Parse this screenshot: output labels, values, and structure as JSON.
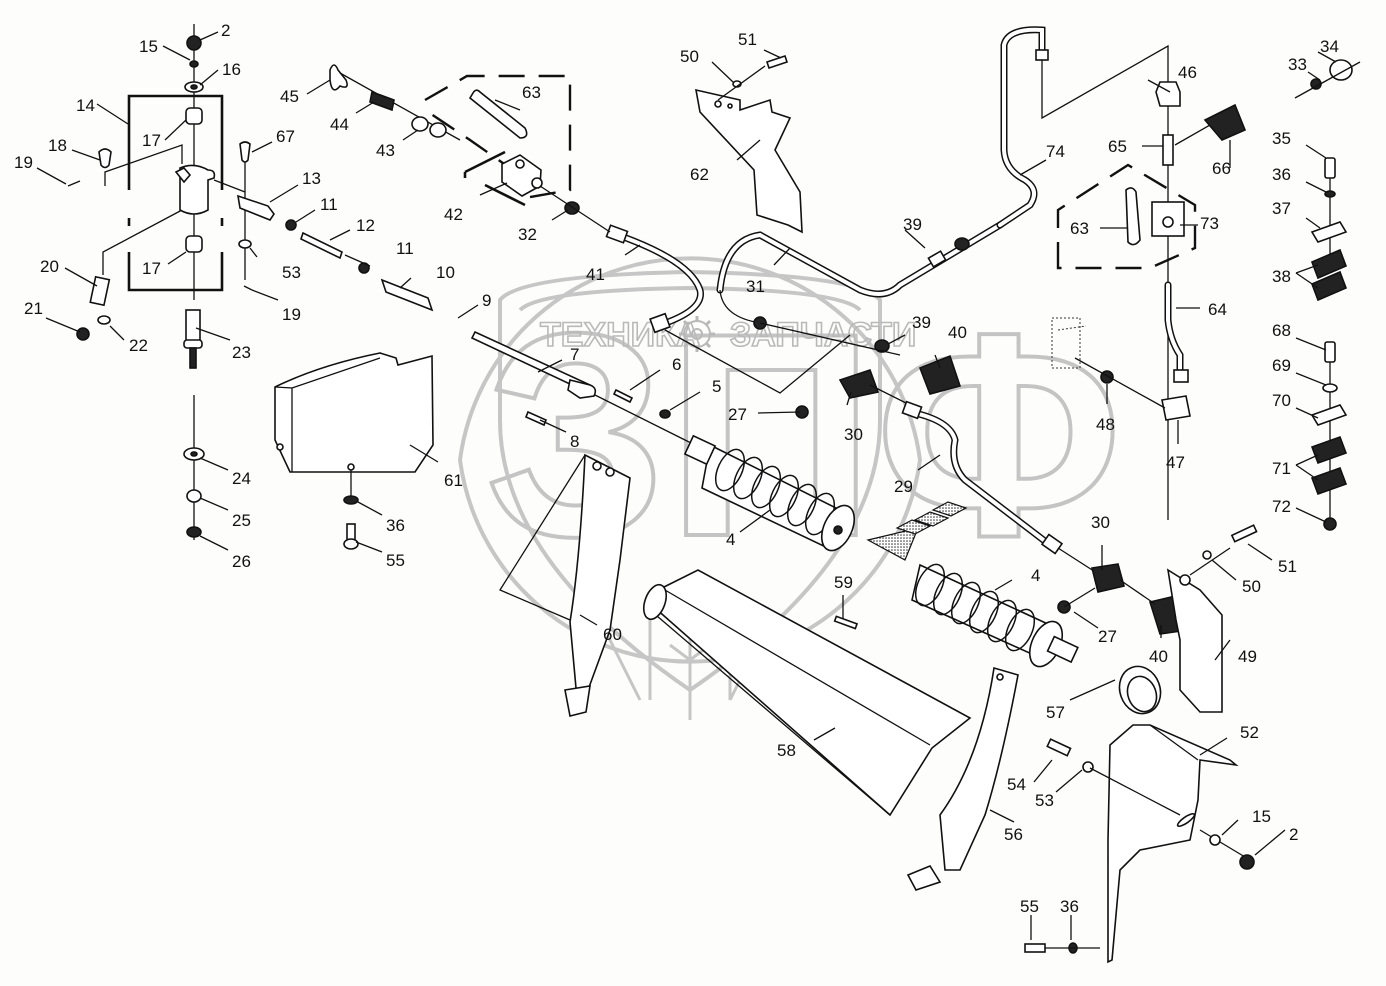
{
  "diagram": {
    "type": "exploded-parts-view",
    "watermark": {
      "text_left": "ТЕХНИКА",
      "text_right": "ЗАПЧАСТИ",
      "gear_icon": "gear-icon",
      "logo_letters": "ЗПФ"
    },
    "callouts": [
      {
        "id": "c2a",
        "label": "2"
      },
      {
        "id": "c15a",
        "label": "15"
      },
      {
        "id": "c16",
        "label": "16"
      },
      {
        "id": "c14",
        "label": "14"
      },
      {
        "id": "c17a",
        "label": "17"
      },
      {
        "id": "c18",
        "label": "18"
      },
      {
        "id": "c19a",
        "label": "19"
      },
      {
        "id": "c67",
        "label": "67"
      },
      {
        "id": "c13",
        "label": "13"
      },
      {
        "id": "c11a",
        "label": "11"
      },
      {
        "id": "c12",
        "label": "12"
      },
      {
        "id": "c11b",
        "label": "11"
      },
      {
        "id": "c53a",
        "label": "53"
      },
      {
        "id": "c17b",
        "label": "17"
      },
      {
        "id": "c20",
        "label": "20"
      },
      {
        "id": "c19b",
        "label": "19"
      },
      {
        "id": "c10",
        "label": "10"
      },
      {
        "id": "c21",
        "label": "21"
      },
      {
        "id": "c22",
        "label": "22"
      },
      {
        "id": "c23",
        "label": "23"
      },
      {
        "id": "c9",
        "label": "9"
      },
      {
        "id": "c24",
        "label": "24"
      },
      {
        "id": "c25",
        "label": "25"
      },
      {
        "id": "c26",
        "label": "26"
      },
      {
        "id": "c61",
        "label": "61"
      },
      {
        "id": "c36a",
        "label": "36"
      },
      {
        "id": "c55a",
        "label": "55"
      },
      {
        "id": "c45",
        "label": "45"
      },
      {
        "id": "c44",
        "label": "44"
      },
      {
        "id": "c43",
        "label": "43"
      },
      {
        "id": "c63a",
        "label": "63"
      },
      {
        "id": "c42",
        "label": "42"
      },
      {
        "id": "c32",
        "label": "32"
      },
      {
        "id": "c41",
        "label": "41"
      },
      {
        "id": "c7",
        "label": "7"
      },
      {
        "id": "c6",
        "label": "6"
      },
      {
        "id": "c5",
        "label": "5"
      },
      {
        "id": "c8",
        "label": "8"
      },
      {
        "id": "c27a",
        "label": "27"
      },
      {
        "id": "c30a",
        "label": "30"
      },
      {
        "id": "c4a",
        "label": "4"
      },
      {
        "id": "c51a",
        "label": "51"
      },
      {
        "id": "c50a",
        "label": "50"
      },
      {
        "id": "c62",
        "label": "62"
      },
      {
        "id": "c31",
        "label": "31"
      },
      {
        "id": "c39a",
        "label": "39"
      },
      {
        "id": "c39b",
        "label": "39"
      },
      {
        "id": "c40a",
        "label": "40"
      },
      {
        "id": "c74",
        "label": "74"
      },
      {
        "id": "c46",
        "label": "46"
      },
      {
        "id": "c65",
        "label": "65"
      },
      {
        "id": "c66",
        "label": "66"
      },
      {
        "id": "c63b",
        "label": "63"
      },
      {
        "id": "c73",
        "label": "73"
      },
      {
        "id": "c64",
        "label": "64"
      },
      {
        "id": "c48",
        "label": "48"
      },
      {
        "id": "c47",
        "label": "47"
      },
      {
        "id": "c29",
        "label": "29"
      },
      {
        "id": "c34",
        "label": "34"
      },
      {
        "id": "c33",
        "label": "33"
      },
      {
        "id": "c35",
        "label": "35"
      },
      {
        "id": "c36b",
        "label": "36"
      },
      {
        "id": "c37",
        "label": "37"
      },
      {
        "id": "c38",
        "label": "38"
      },
      {
        "id": "c68",
        "label": "68"
      },
      {
        "id": "c69",
        "label": "69"
      },
      {
        "id": "c70",
        "label": "70"
      },
      {
        "id": "c71",
        "label": "71"
      },
      {
        "id": "c72",
        "label": "72"
      },
      {
        "id": "c30b",
        "label": "30"
      },
      {
        "id": "c4b",
        "label": "4"
      },
      {
        "id": "c59",
        "label": "59"
      },
      {
        "id": "c27b",
        "label": "27"
      },
      {
        "id": "c40b",
        "label": "40"
      },
      {
        "id": "c51b",
        "label": "51"
      },
      {
        "id": "c50b",
        "label": "50"
      },
      {
        "id": "c49",
        "label": "49"
      },
      {
        "id": "c60",
        "label": "60"
      },
      {
        "id": "c58",
        "label": "58"
      },
      {
        "id": "c57",
        "label": "57"
      },
      {
        "id": "c52",
        "label": "52"
      },
      {
        "id": "c54",
        "label": "54"
      },
      {
        "id": "c53b",
        "label": "53"
      },
      {
        "id": "c56",
        "label": "56"
      },
      {
        "id": "c15b",
        "label": "15"
      },
      {
        "id": "c2b",
        "label": "2"
      },
      {
        "id": "c55b",
        "label": "55"
      },
      {
        "id": "c36c",
        "label": "36"
      }
    ]
  }
}
